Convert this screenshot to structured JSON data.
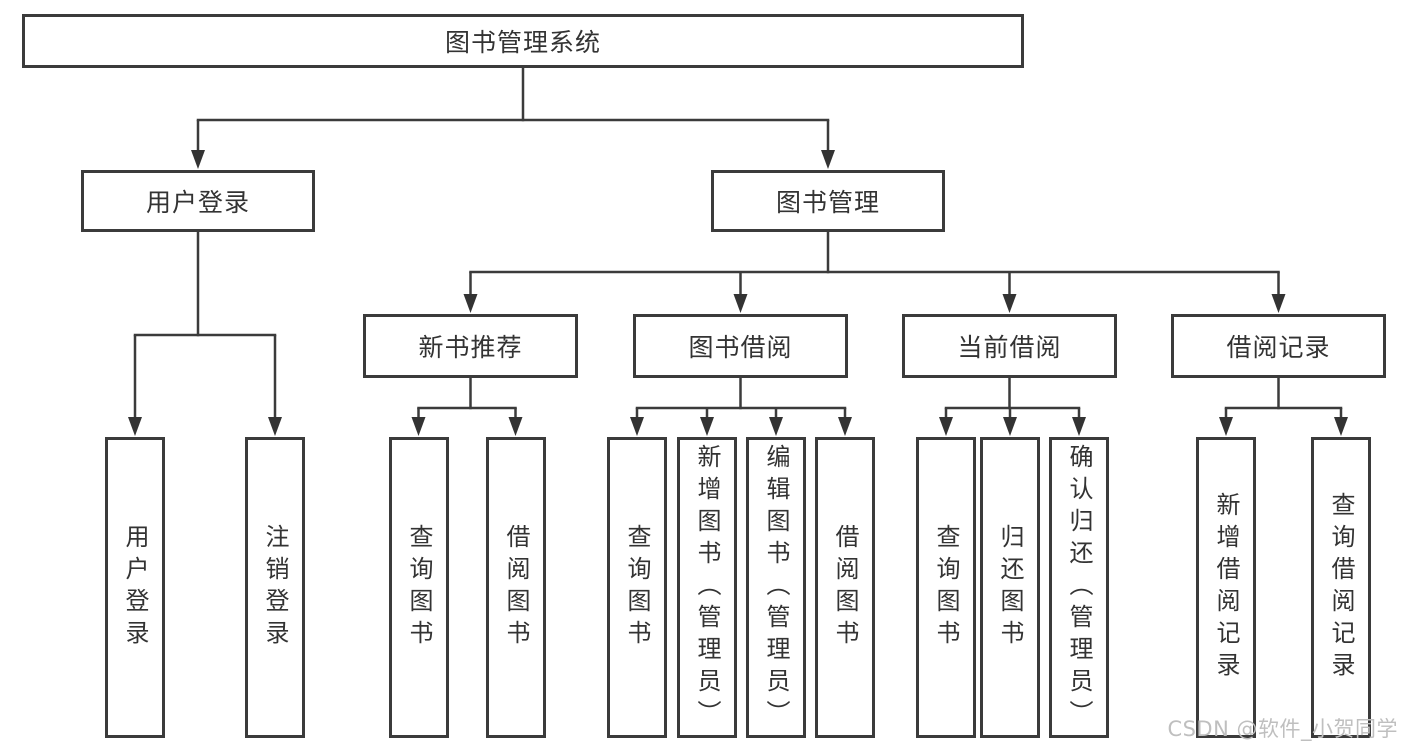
{
  "diagram": {
    "tree": {
      "label": "图书管理系统",
      "children": [
        {
          "label": "用户登录",
          "children": [
            {
              "label": "用户登录"
            },
            {
              "label": "注销登录"
            }
          ]
        },
        {
          "label": "图书管理",
          "children": [
            {
              "label": "新书推荐",
              "children": [
                {
                  "label": "查询图书"
                },
                {
                  "label": "借阅图书"
                }
              ]
            },
            {
              "label": "图书借阅",
              "children": [
                {
                  "label": "查询图书"
                },
                {
                  "label": "新增图书（管理员）"
                },
                {
                  "label": "编辑图书（管理员）"
                },
                {
                  "label": "借阅图书"
                }
              ]
            },
            {
              "label": "当前借阅",
              "children": [
                {
                  "label": "查询图书"
                },
                {
                  "label": "归还图书"
                },
                {
                  "label": "确认归还（管理员）"
                }
              ]
            },
            {
              "label": "借阅记录",
              "children": [
                {
                  "label": "新增借阅记录"
                },
                {
                  "label": "查询借阅记录"
                }
              ]
            }
          ]
        }
      ]
    },
    "watermark": "CSDN @软件_小贺同学",
    "colors": {
      "line": "#3b3b3b",
      "text": "#333333",
      "watermark": "#bfbfbf",
      "background": "#ffffff"
    }
  }
}
